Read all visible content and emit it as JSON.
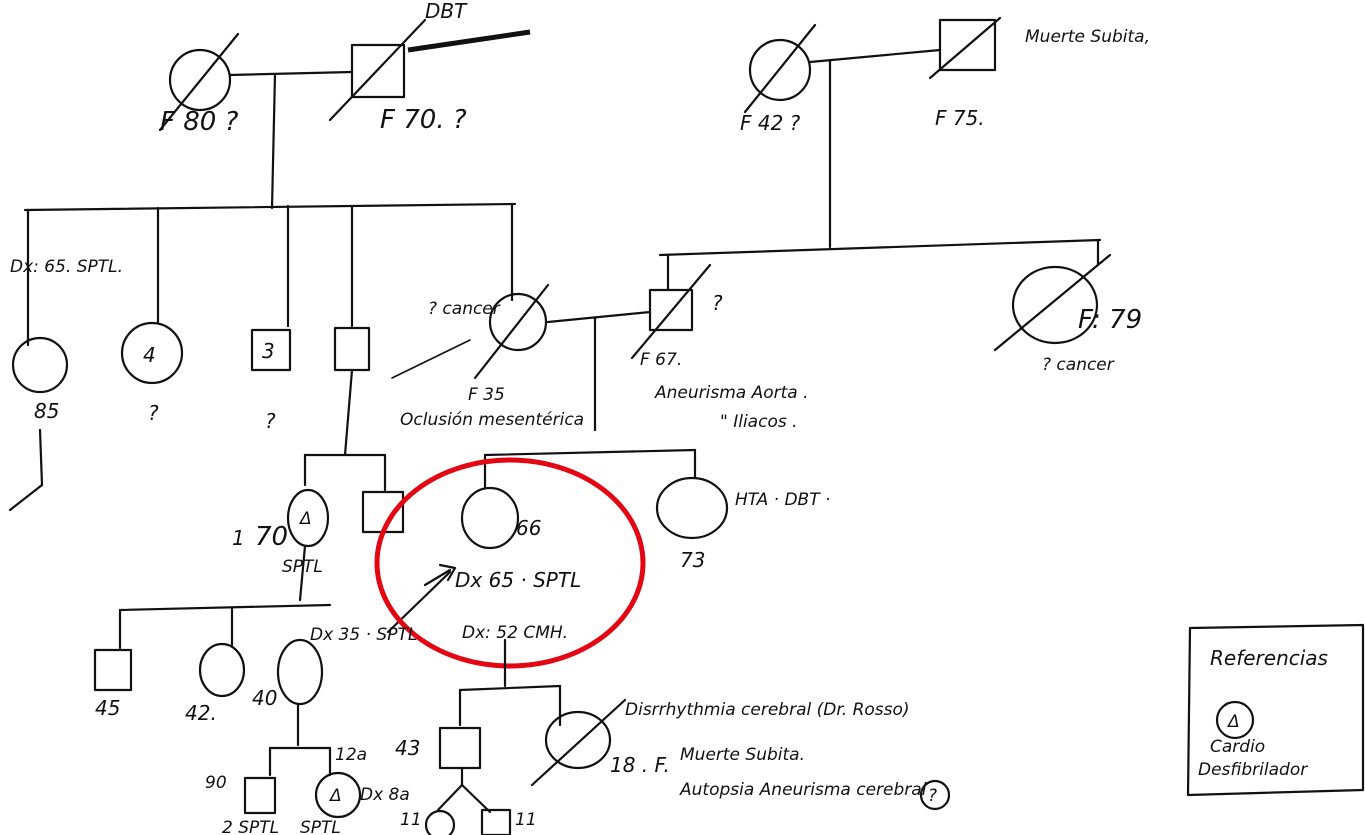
{
  "gen1_left": {
    "grandmother_label": "F 80 ?",
    "grandfather_cause": "DBT",
    "grandfather_label": "F 70. ?"
  },
  "gen1_right": {
    "grandmother_label": "F 42 ?",
    "grandfather_label": "F 75.",
    "grandfather_cause": "Muerte Subita,"
  },
  "gen2_left": {
    "aunt1_dx": "Dx: 65. SPTL.",
    "aunt1_age": "85",
    "aunt2_count": "4",
    "aunt2_age": "?",
    "uncle3_count": "3",
    "uncle3_age": "?"
  },
  "gen2_mother": {
    "note": "? cancer",
    "age": "F 35",
    "cause": "Oclusión mesentérica"
  },
  "gen2_father": {
    "age_q": "?",
    "age": "F 67.",
    "cause1": "Aneurisma Aorta .",
    "cause2": "\"     Iliacos ."
  },
  "gen2_right_aunt": {
    "age": "F: 79",
    "cause": "? cancer"
  },
  "gen3": {
    "cousin_age_prefix": "1",
    "cousin_age": "70",
    "cousin_dx": "SPTL",
    "proband_age": "66",
    "proband_dx1": "Dx 65 · SPTL",
    "proband_dx2": "Dx: 52  CMH.",
    "sister_notes": "HTA · DBT ·",
    "sister_age": "73"
  },
  "gen4": {
    "sib1_age": "45",
    "sib2_age": "42.",
    "sib3_age": "40",
    "sib3_dx": "Dx 35 · SPTL",
    "son_age": "43",
    "daughter_note": "Disrrhythmia cerebral (Dr. Rosso)",
    "daughter_age": "18 . F.",
    "daughter_cause": "Muerte Subita.",
    "daughter_autopsy": "Autopsia Aneurisma cerebral",
    "daughter_q": "?"
  },
  "gen5": {
    "left_age": "2 SPTL",
    "prefix": "90",
    "mid_age": "12a",
    "mid_dx": "SPTL",
    "mid_dx_age": "Dx 8a",
    "gchild1_age": "11",
    "gchild2_age": "11"
  },
  "legend": {
    "title": "Referencias",
    "symbol": "Δ",
    "line1": "Cardio",
    "line2": "Desfibrilador"
  },
  "highlight_color": "#e30613"
}
